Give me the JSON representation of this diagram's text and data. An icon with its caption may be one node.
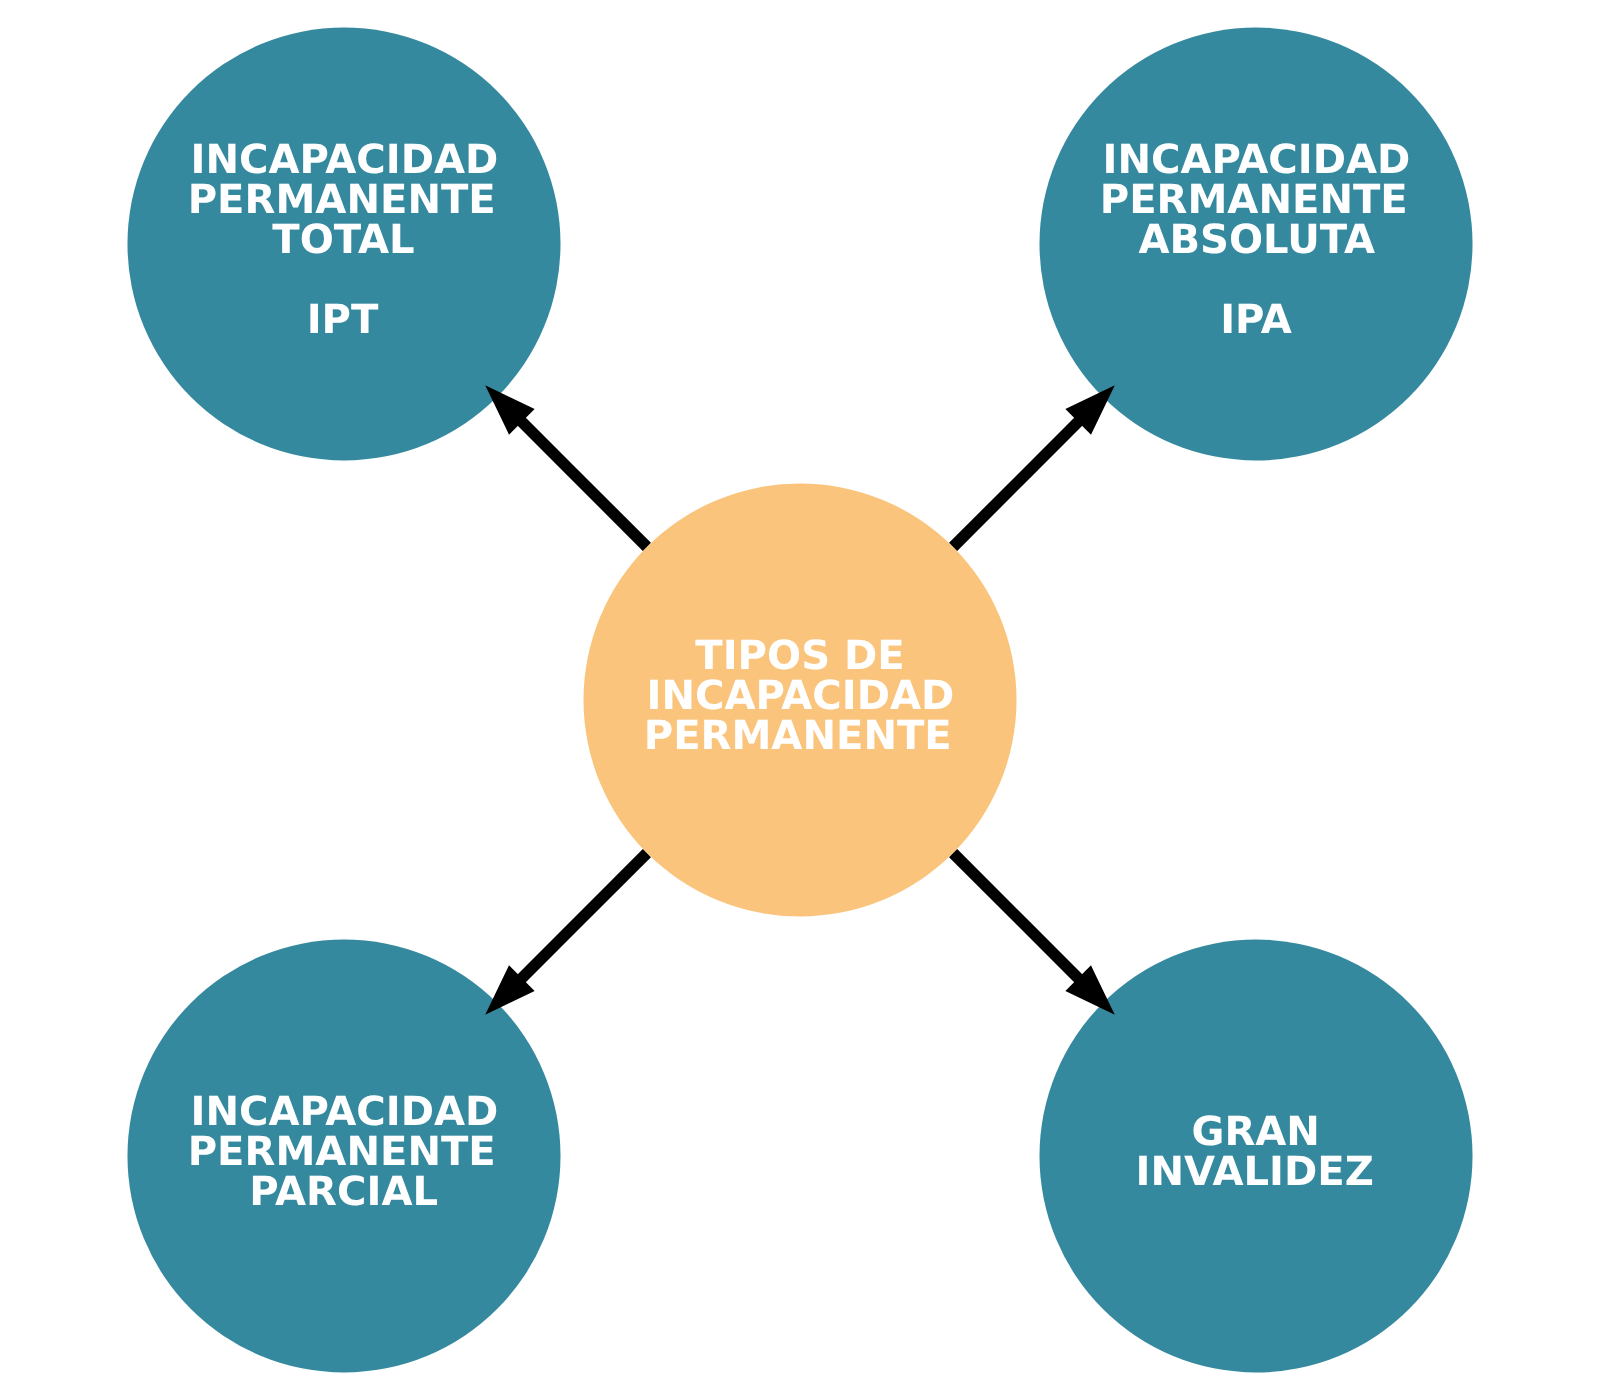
{
  "diagram": {
    "nodes": [
      {
        "text": [
          "INCAPACIDAD PERMANENTE ABSOLUTA",
          "IPA"
        ]
      },
      {
        "text": [
          "INCAPACIDAD PERMANENTE TOTAL",
          "IPT"
        ]
      },
      {
        "text": [
          "TIPOS DE INCAPACIDAD PERMANENTE"
        ]
      },
      {
        "text": [
          "INCAPACIDAD PERMANENTE PARCIAL"
        ]
      },
      {
        "text": [
          "GRAN INVALIDEZ"
        ]
      }
    ],
    "edges": [
      {
        "from": 2,
        "to": 0,
        "arrow": "to"
      },
      {
        "from": 2,
        "to": 1,
        "arrow": "to"
      },
      {
        "from": 2,
        "to": 3,
        "arrow": "to"
      },
      {
        "from": 2,
        "to": 4,
        "arrow": "to"
      }
    ]
  }
}
